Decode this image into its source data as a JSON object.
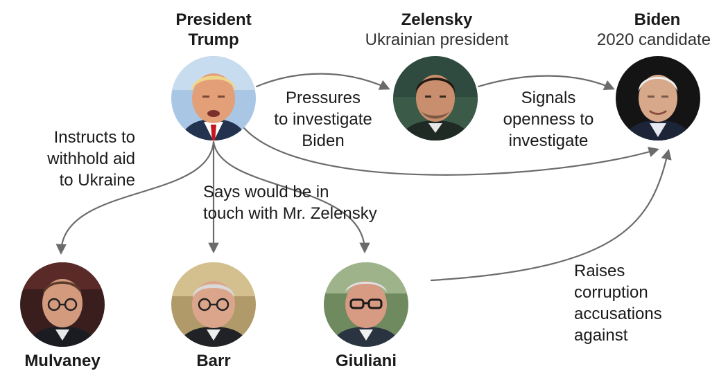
{
  "nodes": {
    "trump": {
      "name_line1": "President",
      "name_line2": "Trump"
    },
    "zelensky": {
      "name": "Zelensky",
      "subtitle": "Ukrainian president"
    },
    "biden": {
      "name": "Biden",
      "subtitle": "2020 candidate"
    },
    "mulvaney": {
      "name": "Mulvaney"
    },
    "barr": {
      "name": "Barr"
    },
    "giuliani": {
      "name": "Giuliani"
    }
  },
  "edges": {
    "trump_zelensky": [
      "Pressures",
      "to investigate",
      "Biden"
    ],
    "zelensky_biden": [
      "Signals",
      "openness to",
      "investigate"
    ],
    "trump_mulvaney": [
      "Instructs to",
      "withhold aid",
      "to Ukraine"
    ],
    "trump_barr_giuliani": [
      "Says would be in",
      "touch with Mr. Zelensky"
    ],
    "giuliani_biden": [
      "Raises",
      "corruption",
      "accusations",
      "against"
    ]
  },
  "colors": {
    "arrow": "#6b6b6b",
    "text": "#1a1a1a",
    "subtitle": "#333333"
  }
}
